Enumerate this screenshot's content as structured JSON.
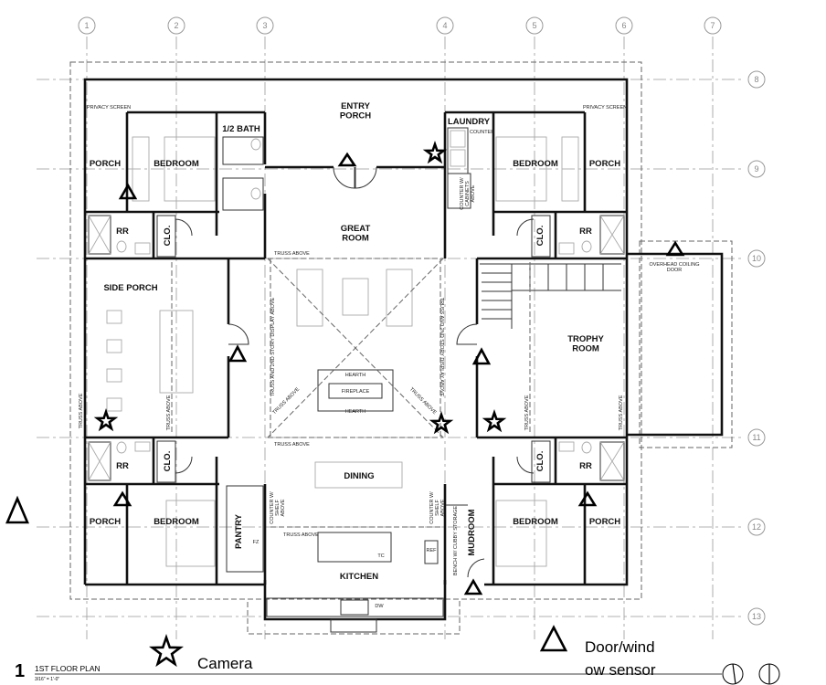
{
  "grid_columns": [
    "1",
    "2",
    "3",
    "4",
    "5",
    "6",
    "7"
  ],
  "grid_rows": [
    "8",
    "9",
    "10",
    "11",
    "12",
    "13"
  ],
  "rooms": {
    "entry_porch": "ENTRY\nPORCH",
    "great_room": "GREAT\nROOM",
    "half_bath": "1/2 BATH",
    "laundry": "LAUNDRY",
    "bedroom": "BEDROOM",
    "porch": "PORCH",
    "rr": "RR",
    "clo": "CLO.",
    "side_porch": "SIDE PORCH",
    "trophy_room": "TROPHY\nROOM",
    "dining": "DINING",
    "kitchen": "KITCHEN",
    "pantry": "PANTRY",
    "mudroom": "MUDROOM"
  },
  "notes": {
    "privacy_screen": "PRIVACY SCREEN",
    "truss_above": "TRUSS ABOVE",
    "hearth": "HEARTH",
    "fireplace": "FIREPLACE",
    "overhead_door": "OVERHEAD COILING\nDOOR",
    "counter": "COUNTER",
    "countertop_cabinets": "COUNTER W/\nCABINETS\nABOVE",
    "counter_shelf": "COUNTER W/\nSHELF\nABOVE",
    "bench_storage": "BENCH W/ CUBBY STORAGE",
    "truss_diagonal": "TRUSS AND 2ND STORY DISPLAY ABOVE",
    "ref": "REF",
    "dw": "DW",
    "fz": "FZ",
    "tc": "TC"
  },
  "title_block": {
    "number": "1",
    "title": "1ST FLOOR PLAN",
    "scale": "3/16\" = 1'-0\""
  },
  "legend": {
    "camera": "Camera",
    "sensor_line1": "Door/wind",
    "sensor_line2": "ow sensor"
  }
}
